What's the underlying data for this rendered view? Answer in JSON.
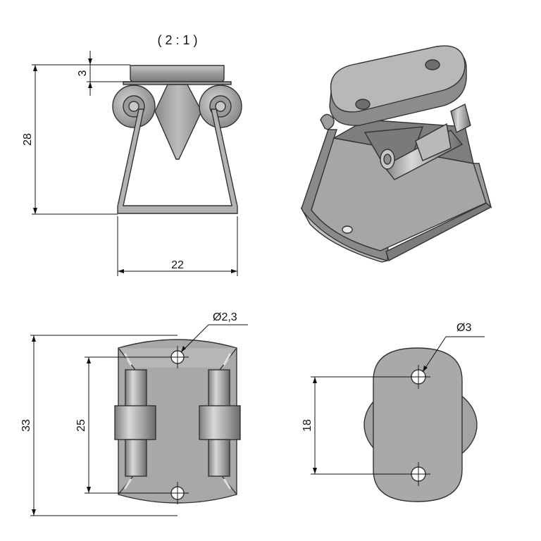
{
  "scale_label": "( 2 : 1 )",
  "front_view": {
    "dim_top_thickness": "3",
    "dim_height": "28",
    "dim_width": "22"
  },
  "bottom_view": {
    "dim_height": "33",
    "dim_hole_spacing": "25",
    "dim_hole_diameter": "Ø2,3"
  },
  "top_view": {
    "dim_hole_spacing": "18",
    "dim_hole_diameter": "Ø3"
  },
  "colors": {
    "part_fill": "#a9a9a9",
    "part_dark": "#6f6f6f",
    "part_light": "#d2d2d2",
    "line": "#111111"
  }
}
